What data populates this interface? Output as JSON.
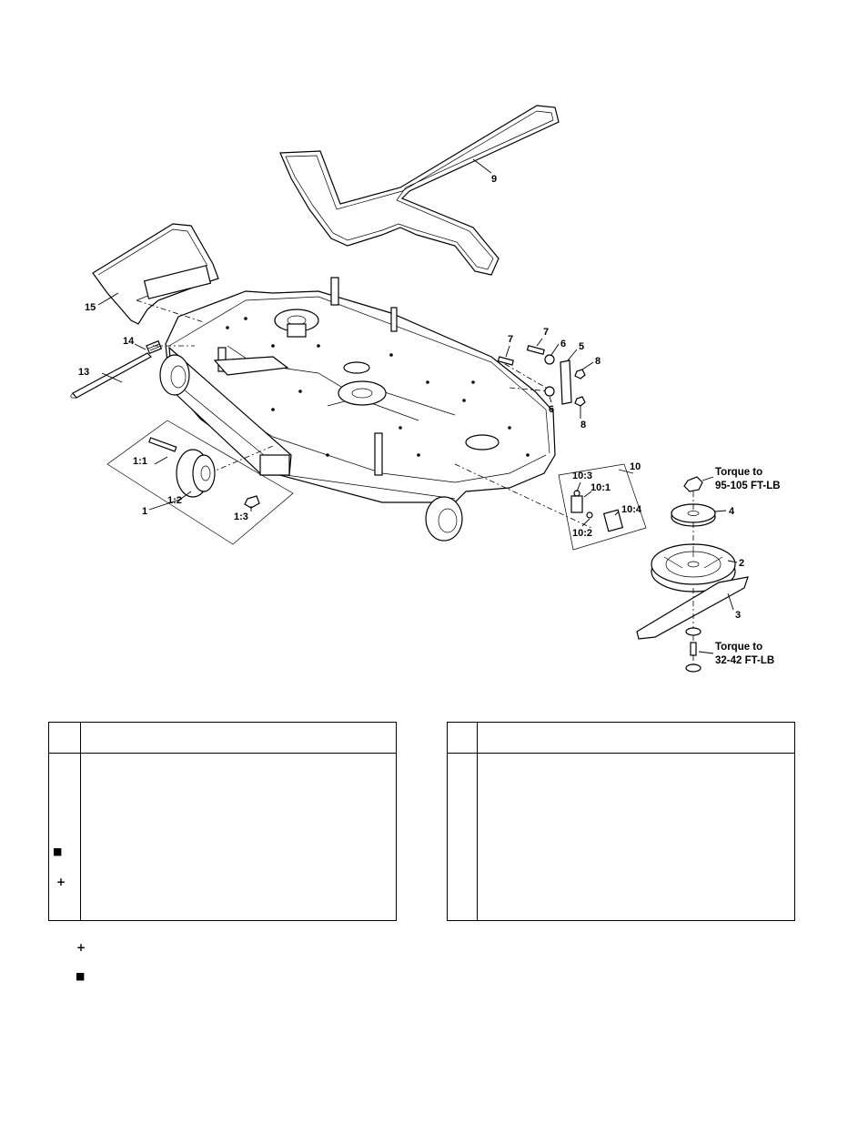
{
  "callouts": {
    "c1": "1",
    "c1_1": "1:1",
    "c1_2": "1:2",
    "c1_3": "1:3",
    "c2": "2",
    "c3": "3",
    "c4": "4",
    "c5": "5",
    "c6a": "6",
    "c6b": "6",
    "c7a": "7",
    "c7b": "7",
    "c8a": "8",
    "c8b": "8",
    "c9": "9",
    "c10": "10",
    "c10_1": "10:1",
    "c10_2": "10:2",
    "c10_3": "10:3",
    "c10_4": "10:4",
    "c13": "13",
    "c14": "14",
    "c15": "15"
  },
  "torque": {
    "top_line1": "Torque to",
    "top_line2": "95-105 FT-LB",
    "bottom_line1": "Torque to",
    "bottom_line2": "32-42 FT-LB"
  },
  "legend": {
    "plus_symbol": "+",
    "square_symbol": "■"
  },
  "icons": {
    "plus": "plus-icon",
    "square": "square-icon"
  }
}
